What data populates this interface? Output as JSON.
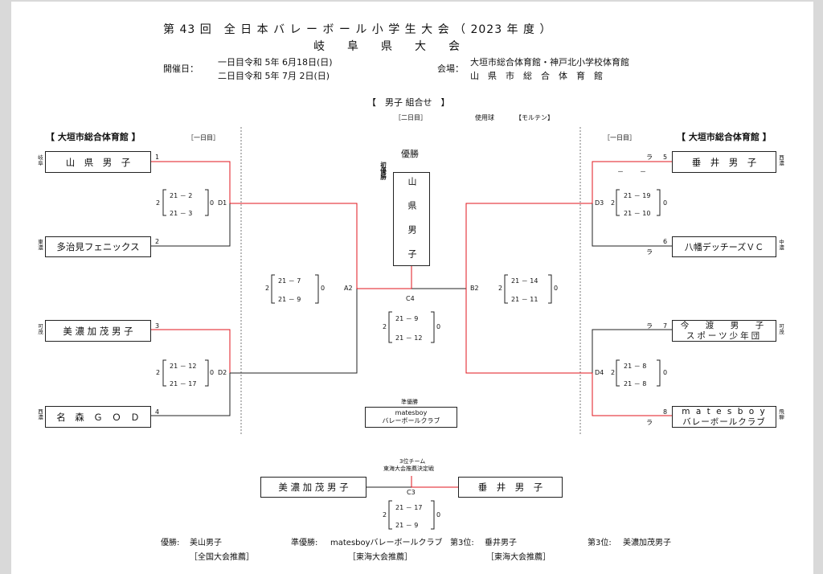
{
  "header": {
    "title": "第 43 回　全 日 本 バ レ ー ボ ー ル 小 学 生 大 会 （ 2023 年 度 ）",
    "subtitle": "岐　　阜　　県　　大　　会",
    "date_label": "開催日：",
    "day1": "一日目令和 5年 6月18日(日)",
    "day2": "二日目令和 5年 7月  2日(日)",
    "venue_label": "会場：",
    "venue1": "大垣市総合体育館・神戸北小学校体育館",
    "venue2": "山　県　市　総　合　体　育　館"
  },
  "section_title": "【　男子 組合せ　】",
  "day2_label": "［二日目］",
  "ball_label": "使用球",
  "ball_value": "【モルテン】",
  "left_venue": "【 大垣市総合体育館 】",
  "right_venue": "【 大垣市総合体育館 】",
  "day1_left": "［一日目］",
  "day1_right": "［一日目］",
  "champion_label": "優勝",
  "first_win_label": "初優勝",
  "champion_name": "山　県　男　子",
  "runner_up_label": "準優勝",
  "runner_up_name_1": "matesboy",
  "runner_up_name_2": "バレーボールクラブ",
  "third_label_1": "3位チーム",
  "third_label_2": "東海大会推薦決定戦",
  "teams": {
    "t1": {
      "name": "山　県　男　子",
      "pref": "岐阜",
      "seed": "1"
    },
    "t2": {
      "name": "多治見フェニックス",
      "pref": "東濃",
      "seed": "2"
    },
    "t3": {
      "name": "美 濃 加 茂 男 子",
      "pref": "可茂",
      "seed": "3"
    },
    "t4": {
      "name": "名　森　Ｇ　Ｏ　Ｄ",
      "pref": "西濃",
      "seed": "4"
    },
    "t5": {
      "name": "垂　井　男　子",
      "pref": "西濃",
      "seed": "5",
      "mark": "ラ"
    },
    "t6": {
      "name": "八幡デッチーズＶＣ",
      "pref": "中濃",
      "seed": "6",
      "mark": "ラ"
    },
    "t7": {
      "name_1": "今　渡　男　子",
      "name_2": "スポーツ少年団",
      "pref": "可茂",
      "seed": "7",
      "mark": "ラ"
    },
    "t8": {
      "name_1": "m a t e s b o y",
      "name_2": "バレーボールクラブ",
      "pref": "飛騨",
      "seed": "8",
      "mark": "ラ"
    }
  },
  "dash_mark": "－　－",
  "matches": {
    "D1": {
      "label": "D1",
      "left": "2",
      "right": "0",
      "s1": "21  －  2",
      "s2": "21  －  3"
    },
    "D2": {
      "label": "D2",
      "left": "2",
      "right": "0",
      "s1": "21  －  12",
      "s2": "21  －  17"
    },
    "D3": {
      "label": "D3",
      "left": "2",
      "right": "0",
      "s1": "21  －  19",
      "s2": "21  －  10"
    },
    "D4": {
      "label": "D4",
      "left": "2",
      "right": "0",
      "s1": "21  －  8",
      "s2": "21  －  8"
    },
    "A2": {
      "label": "A2",
      "left": "2",
      "right": "0",
      "s1": "21  －  7",
      "s2": "21  －  9"
    },
    "B2": {
      "label": "B2",
      "left": "2",
      "right": "0",
      "s1": "21  －  14",
      "s2": "21  －  11"
    },
    "C4": {
      "label": "C4",
      "left": "2",
      "right": "0",
      "s1": "21  －  9",
      "s2": "21  －  12"
    },
    "C3": {
      "label": "C3",
      "left": "2",
      "right": "0",
      "s1": "21  －  17",
      "s2": "21  －  9"
    }
  },
  "third_match": {
    "left": "美 濃 加 茂 男 子",
    "right": "垂　井　男　子"
  },
  "results": {
    "winner_label": "優勝:",
    "winner": "美山男子",
    "winner_note": "［全国大会推薦］",
    "second_label": "準優勝:",
    "second": "matesboyバレーボールクラブ",
    "second_note": "［東海大会推薦］",
    "third_label": "第3位:",
    "third": "垂井男子",
    "third_note": "［東海大会推薦］",
    "third2_label": "第3位:",
    "third2": "美濃加茂男子"
  },
  "colors": {
    "win_line": "#e0161d",
    "line": "#222222",
    "divider": "#777777"
  }
}
